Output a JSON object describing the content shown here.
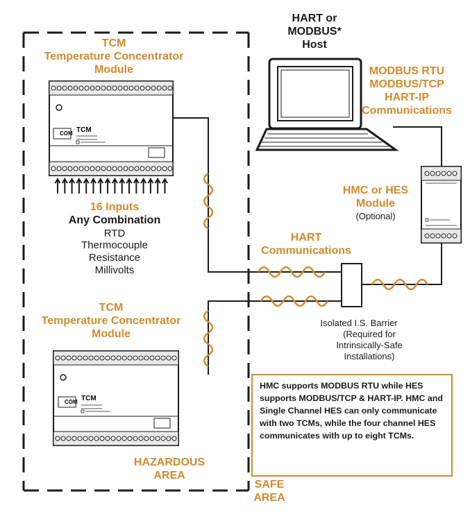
{
  "tcm_top": {
    "line1": "TCM",
    "line2": "Temperature Concentrator",
    "line3": "Module"
  },
  "tcm_bottom": {
    "line1": "TCM",
    "line2": "Temperature Concentrator",
    "line3": "Module"
  },
  "host": {
    "line1": "HART or",
    "line2": "MODBUS*",
    "line3": "Host"
  },
  "comms": {
    "line1": "MODBUS RTU",
    "line2": "MODBUS/TCP",
    "line3": "HART-IP",
    "line4": "Communications"
  },
  "hmc": {
    "line1": "HMC or HES",
    "line2": "Module",
    "line3": "(Optional)"
  },
  "inputs": {
    "line1": "16 Inputs",
    "line2": "Any Combination",
    "line3": "RTD",
    "line4": "Thermocouple",
    "line5": "Resistance",
    "line6": "Millivolts"
  },
  "hart": {
    "line1": "HART",
    "line2": "Communications"
  },
  "barrier": {
    "line1": "Isolated I.S. Barrier",
    "line2": "(Required for",
    "line3": "Intrinsically-Safe",
    "line4": "Installations)"
  },
  "note_text": "HMC supports MODBUS RTU while HES supports MODBUS/TCP & HART-IP. HMC and Single Channel HES can only communicate with two TCMs, while the four channel HES communicates with up to eight TCMs.",
  "hazardous": {
    "line1": "HAZARDOUS",
    "line2": "AREA"
  },
  "safe": {
    "line1": "SAFE",
    "line2": "AREA"
  },
  "device": {
    "com_label": "COM",
    "model_label": "TCM"
  },
  "colors": {
    "accent": "#d4892a",
    "ink": "#1a1a1a"
  }
}
